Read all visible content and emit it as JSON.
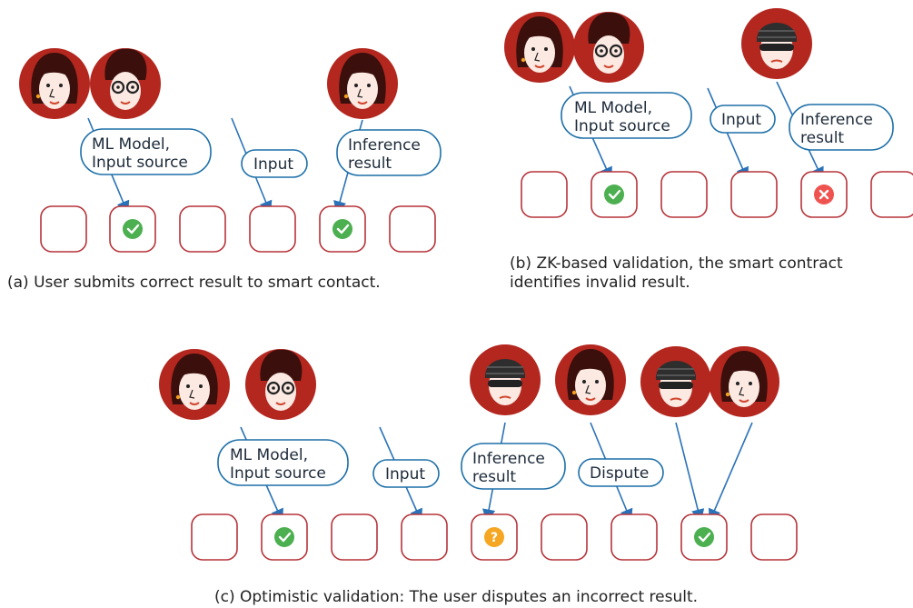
{
  "panels": {
    "a": {
      "caption": "(a) User submits correct result to smart contact.",
      "labels": {
        "ml": [
          "ML Model,",
          "Input source"
        ],
        "input": "Input",
        "inference": [
          "Inference",
          "result"
        ]
      }
    },
    "b": {
      "caption": [
        "(b) ZK-based validation, the smart contract",
        "identifies invalid result."
      ],
      "labels": {
        "ml": [
          "ML Model,",
          "Input source"
        ],
        "input": "Input",
        "inference": [
          "Inference",
          "result"
        ]
      }
    },
    "c": {
      "caption": "(c) Optimistic validation: The user disputes an incorrect result.",
      "labels": {
        "ml": [
          "ML Model,",
          "Input source"
        ],
        "input": "Input",
        "inference": [
          "Inference",
          "result"
        ],
        "dispute": "Dispute"
      }
    }
  },
  "colors": {
    "box_border": "#b5343a",
    "label_border": "#1d6fa8",
    "arrow": "#2a72b8",
    "check": "#4caf50",
    "cross": "#ef5350",
    "question": "#f5a623",
    "avatar_bg": "#b3271f"
  },
  "icons": {
    "valid": "check-icon",
    "invalid": "cross-icon",
    "pending": "question-icon"
  }
}
